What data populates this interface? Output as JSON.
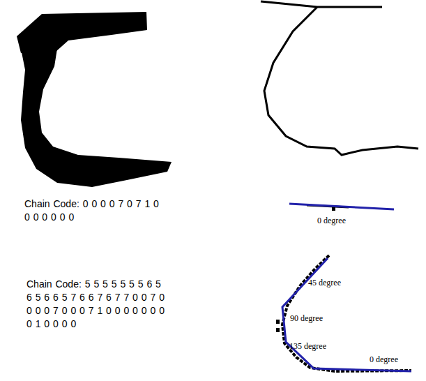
{
  "diagram": {
    "labels": [
      "Chain Code: 0 0 0 0 7 0 7 1 0 0 0 0 0 0 0",
      "Chain Code: 5 5 5 5 5 5 5 6 5 6 5 6 6 5 7 6 6 7 6 7 7 0 0 7 0 0 0 0 7 0 0 0 7 1 0 0 0 0 0 0 0 0 1 0 0 0 0",
      "0 degree",
      "45 degree",
      "90 degree",
      "135 degree",
      "0 degree"
    ]
  }
}
